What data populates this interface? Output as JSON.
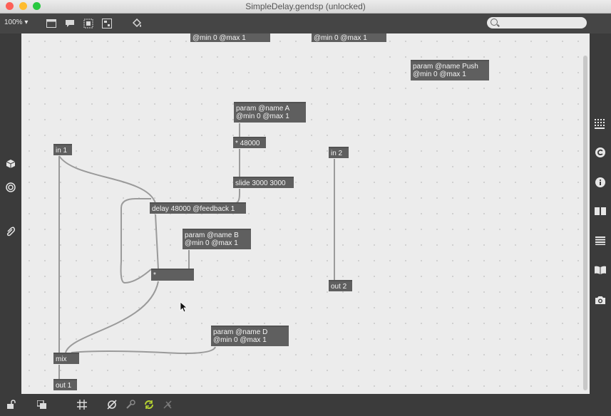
{
  "window": {
    "title": "SimpleDelay.gendsp (unlocked)"
  },
  "toolbar": {
    "zoom": "100% ▾"
  },
  "objects": [
    {
      "name": "param-min0-max1-a",
      "text": "@min 0 @max 1"
    },
    {
      "name": "param-min0-max1-b",
      "text": "@min 0 @max 1"
    },
    {
      "name": "param-push",
      "text": "param @name Push\n@min 0 @max 1"
    },
    {
      "name": "param-a",
      "text": "param @name A\n@min 0 @max 1"
    },
    {
      "name": "mul-48000",
      "text": "* 48000"
    },
    {
      "name": "in-2",
      "text": "in 2"
    },
    {
      "name": "in-1",
      "text": "in 1"
    },
    {
      "name": "slide",
      "text": "slide 3000 3000"
    },
    {
      "name": "delay",
      "text": "delay 48000 @feedback 1"
    },
    {
      "name": "param-b",
      "text": "param @name B\n@min 0 @max 1"
    },
    {
      "name": "multiply",
      "text": "*"
    },
    {
      "name": "out-2",
      "text": "out 2"
    },
    {
      "name": "param-d",
      "text": "param @name D\n@min 0 @max 1"
    },
    {
      "name": "mix",
      "text": "mix"
    },
    {
      "name": "out-1",
      "text": "out 1"
    }
  ],
  "colors": {
    "canvas": "#ececec",
    "object": "#5f5f5f",
    "cord": "#9a9a9a",
    "accent": "#b7d432"
  }
}
